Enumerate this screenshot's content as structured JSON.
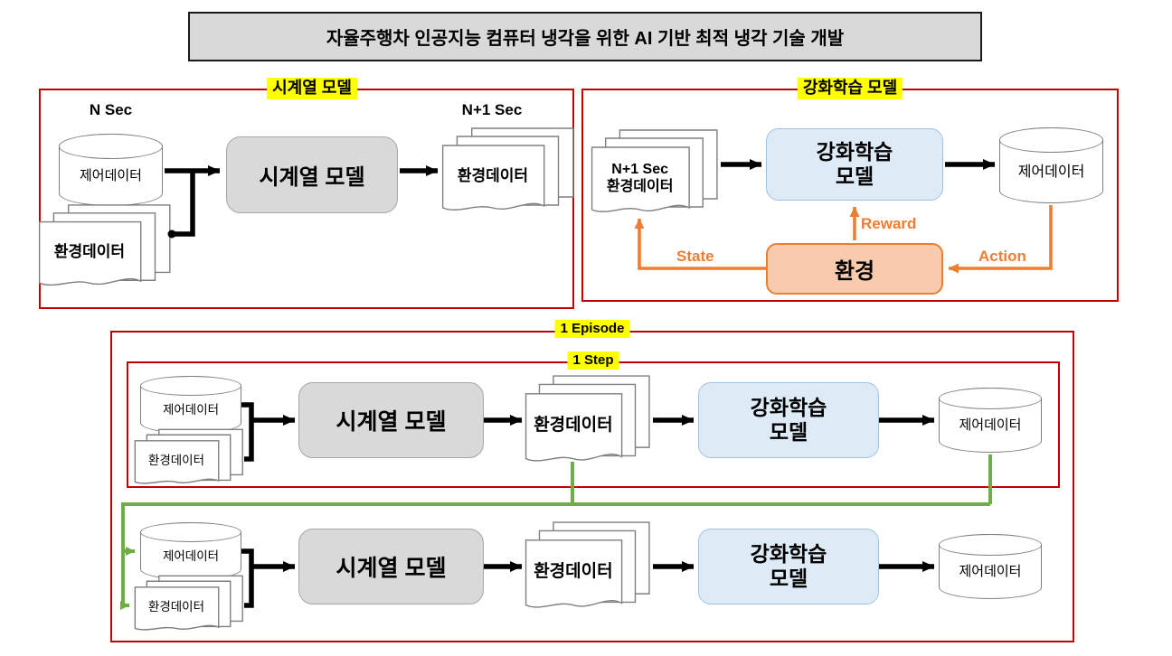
{
  "title": "자율주행차 인공지능 컴퓨터 냉각을 위한 AI 기반 최적 냉각 기술 개발",
  "timeseries_panel": {
    "label": "시계열 모델",
    "n_sec": "N Sec",
    "n_plus_1_sec": "N+1 Sec",
    "control_db": "제어데이터",
    "env_docs": "환경데이터",
    "model": "시계열 모델",
    "output_docs": "환경데이터"
  },
  "rl_panel": {
    "label": "강화학습 모델",
    "input_docs_line1": "N+1 Sec",
    "input_docs_line2": "환경데이터",
    "model_line1": "강화학습",
    "model_line2": "모델",
    "control_db": "제어데이터",
    "env_box": "환경",
    "state_label": "State",
    "reward_label": "Reward",
    "action_label": "Action"
  },
  "episode_panel": {
    "label": "1 Episode",
    "step_label": "1 Step",
    "rows": [
      {
        "control_db": "제어데이터",
        "env_docs": "환경데이터",
        "ts_model": "시계열 모델",
        "mid_docs": "환경데이터",
        "rl_line1": "강화학습",
        "rl_line2": "모델",
        "output_db": "제어데이터"
      },
      {
        "control_db": "제어데이터",
        "env_docs": "환경데이터",
        "ts_model": "시계열 모델",
        "mid_docs": "환경데이터",
        "rl_line1": "강화학습",
        "rl_line2": "모델",
        "output_db": "제어데이터"
      }
    ]
  },
  "colors": {
    "panel_border": "#C00000",
    "highlight": "#FFFF00",
    "gray_fill": "#D9D9D9",
    "blue_fill": "#DEEBF7",
    "blue_border": "#9DC3E6",
    "orange": "#ED7D31",
    "orange_fill": "#F8CBAD",
    "green": "#70AD47"
  }
}
